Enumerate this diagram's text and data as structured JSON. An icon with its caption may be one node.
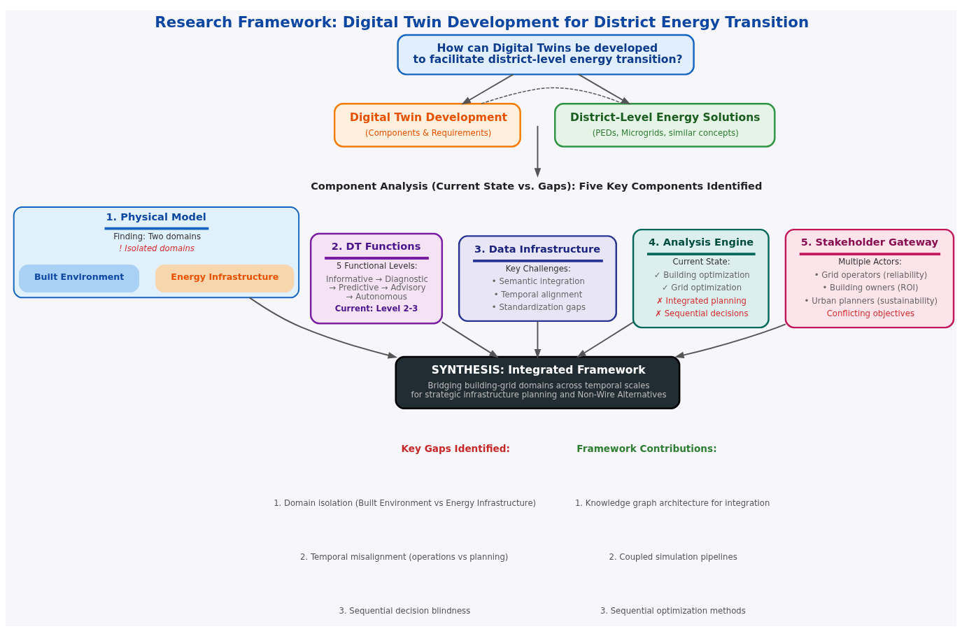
{
  "diagram": {
    "title": "Research Framework: Digital Twin Development for District Energy Transition",
    "nodes": [
      {
        "text": [
          "How can Digital Twins be developed to facilitate district-level energy transition?"
        ]
      },
      {
        "text": [
          "Digital Twin Development",
          "(Components & Requirements)"
        ]
      },
      {
        "text": [
          "District-Level Energy Solutions",
          "(PEDs, Microgrids, similar concepts)"
        ]
      },
      {
        "text": [
          "Component Analysis (Current State vs. Gaps): Five Key Components Identified"
        ]
      },
      {
        "text": [
          "1. Physical Model",
          "Finding: Two domains",
          "! Isolated domains"
        ]
      },
      {
        "text": [
          "Built Environment"
        ],
        "in": 4
      },
      {
        "text": [
          "Energy Infrastructure"
        ],
        "in": 4
      },
      {
        "text": [
          "2. DT Functions",
          "5 Functional Levels:",
          "Informative → Diagnostic → Predictive → Advisory → Autonomous",
          "Current: Level 2-3"
        ]
      },
      {
        "text": [
          "3. Data Infrastructure",
          "Key Challenges:",
          "• Semantic integration",
          "• Temporal alignment",
          "• Standardization gaps"
        ]
      },
      {
        "text": [
          "4. Analysis Engine",
          "Current State:",
          "✓ Building optimization",
          "✓ Grid optimization",
          "✗ Integrated planning",
          "✗ Sequential decisions"
        ]
      },
      {
        "text": [
          "5. Stakeholder Gateway",
          "Multiple Actors:",
          "• Grid operators (reliability)",
          "• Building owners (ROI)",
          "• Urban planners (sustainability)",
          "Conflicting objectives"
        ]
      },
      {
        "text": [
          "SYNTHESIS: Integrated Framework",
          "Bridging building-grid domains across temporal scales for strategic infrastructure planning and Non-Wire Alternatives"
        ]
      }
    ],
    "edges": [
      {
        "from": 0,
        "to": 1,
        "arrow": "to"
      },
      {
        "from": 0,
        "to": 2,
        "arrow": "to"
      },
      {
        "from": 1,
        "to": 2,
        "arrow": "none",
        "style": "dashed"
      },
      {
        "from": null,
        "to": 3,
        "arrow": "to"
      },
      {
        "from": 4,
        "to": 11,
        "arrow": "to"
      },
      {
        "from": 7,
        "to": 11,
        "arrow": "to"
      },
      {
        "from": 8,
        "to": 11,
        "arrow": "to"
      },
      {
        "from": 9,
        "to": 11,
        "arrow": "to"
      },
      {
        "from": 10,
        "to": 11,
        "arrow": "to"
      }
    ],
    "labels": [
      "Key Gaps Identified:",
      "1. Domain isolation (Built Environment vs Energy Infrastructure)",
      "2. Temporal misalignment (operations vs planning)",
      "3. Sequential decision blindness",
      "Framework Contributions:",
      "1. Knowledge graph architecture for integration",
      "2. Coupled simulation pipelines",
      "3. Sequential optimization methods"
    ]
  }
}
